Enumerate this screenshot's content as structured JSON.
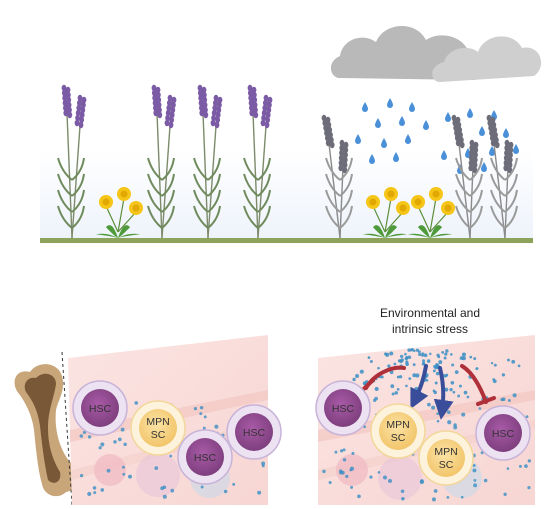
{
  "stress_label": {
    "line1": "Environmental and",
    "line2": "intrinsic stress"
  },
  "cells": {
    "hsc": "HSC",
    "mpnsc_line1": "MPN",
    "mpnsc_line2": "SC"
  },
  "colors": {
    "lavender": "#7b5aa6",
    "dandelion": "#f5c518",
    "ground": "#8da35c",
    "rain": "#4a90d9",
    "cloud": "#bdbdbd",
    "hsc": "#8e4a8c",
    "mpnsc": "#f6d58a",
    "inhibit": "#b0303a",
    "arrow": "#3a4d9a"
  }
}
